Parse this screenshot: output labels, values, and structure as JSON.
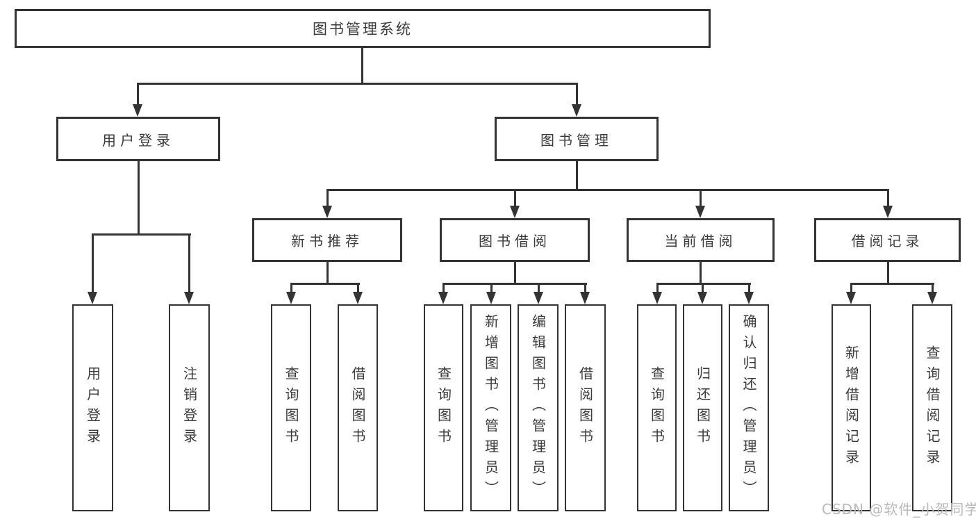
{
  "diagram": {
    "root": "图书管理系统",
    "level2": {
      "user_login": "用户登录",
      "book_mgmt": "图书管理"
    },
    "level3": {
      "new_books": "新书推荐",
      "book_borrow": "图书借阅",
      "current_borrow": "当前借阅",
      "borrow_records": "借阅记录"
    },
    "leaves": {
      "user_login_leaf": "用户登录",
      "logout": "注销登录",
      "nb_query": "查询图书",
      "nb_borrow": "借阅图书",
      "bb_query": "查询图书",
      "bb_add": "新增图书（管理员）",
      "bb_edit": "编辑图书（管理员）",
      "bb_borrow": "借阅图书",
      "cb_query": "查询图书",
      "cb_return": "归还图书",
      "cb_confirm": "确认归还（管理员）",
      "br_add": "新增借阅记录",
      "br_query": "查询借阅记录"
    }
  },
  "watermark": "CSDN @软件_小贺同学",
  "colors": {
    "line": "#333333",
    "text": "#3a3a3a",
    "background": "#ffffff",
    "watermark": "#b9b9b9"
  }
}
